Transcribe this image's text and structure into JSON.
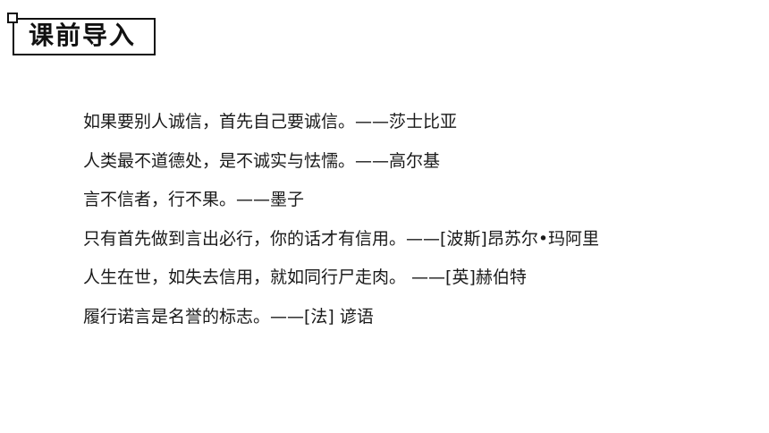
{
  "title": "课前导入",
  "quotes": [
    "如果要别人诚信，首先自己要诚信。——莎士比亚",
    "人类最不道德处，是不诚实与怯懦。——高尔基",
    "言不信者，行不果。——墨子",
    "只有首先做到言出必行，你的话才有信用。——[波斯]昂苏尔•玛阿里",
    "人生在世，如失去信用，就如同行尸走肉。 ——[英]赫伯特",
    "履行诺言是名誉的标志。——[法] 谚语"
  ]
}
